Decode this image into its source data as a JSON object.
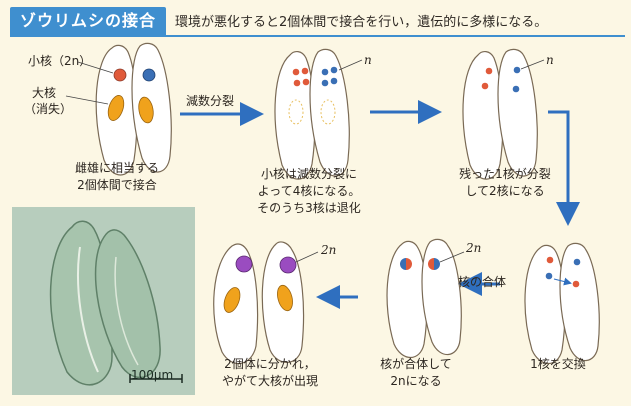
{
  "header": {
    "title": "ゾウリムシの接合",
    "subtitle": "環境が悪化すると2個体間で接合を行い，遺伝的に多様になる。"
  },
  "labels": {
    "micronucleus": "小核（2n）",
    "macronucleus_line1": "大核",
    "macronucleus_line2": "（消失）",
    "arrow_meiosis": "減数分裂",
    "n": "n",
    "n2": "2n",
    "fusion": "核の合体"
  },
  "steps": [
    {
      "id": "step1",
      "caption": [
        "雌雄に相当する",
        "2個体間で接合"
      ]
    },
    {
      "id": "step2",
      "caption": [
        "小核は減数分裂に",
        "よって4核になる。",
        "そのうち3核は退化"
      ]
    },
    {
      "id": "step3",
      "caption": [
        "残った1核が分裂",
        "して2核になる"
      ]
    },
    {
      "id": "step4",
      "caption": [
        "1核を交換"
      ]
    },
    {
      "id": "step5",
      "caption": [
        "核が合体して",
        "2nになる"
      ]
    },
    {
      "id": "step6",
      "caption": [
        "2個体に分かれ，",
        "やがて大核が出現"
      ]
    }
  ],
  "photo": {
    "scale_bar": "100μm"
  },
  "colors": {
    "accent_blue": "#3f8fcf",
    "arrow_blue": "#2f6fbf",
    "micronucleus_red": "#e05a3a",
    "micronucleus_blue": "#3a6fb5",
    "macronucleus_orange": "#f0a21c",
    "fused_purple": "#9a4cc0",
    "background": "#fcf7e4"
  }
}
